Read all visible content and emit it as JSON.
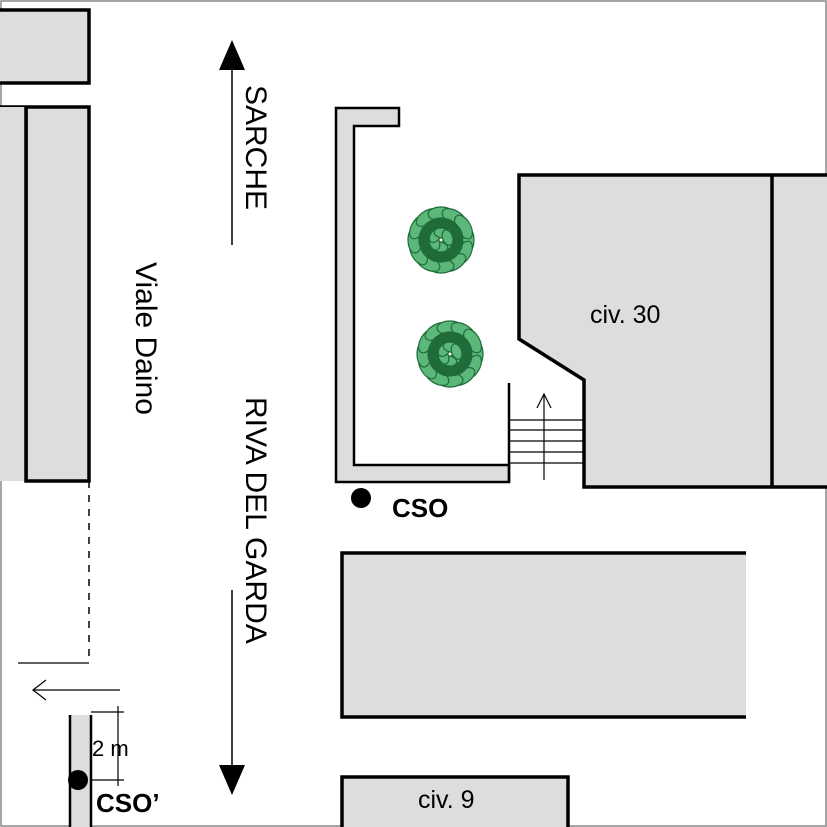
{
  "streets": {
    "viale_daino": "Viale Daino",
    "direction_north": "SARCHE",
    "direction_south": "RIVA DEL GARDA"
  },
  "buildings": {
    "civ30": "civ. 30",
    "civ9": "civ. 9"
  },
  "points": {
    "cso": "CSO",
    "cso_prime": "CSO’"
  },
  "measure": {
    "distance": "2 m"
  },
  "colors": {
    "building_fill": "#dddddd",
    "outline": "#000000",
    "foliage_dark": "#1f6b3a",
    "foliage_light": "#5cb87a"
  },
  "icons": [
    "tree-icon",
    "stairs-icon",
    "arrow-up-icon",
    "arrow-left-icon",
    "marker-dot-icon"
  ]
}
